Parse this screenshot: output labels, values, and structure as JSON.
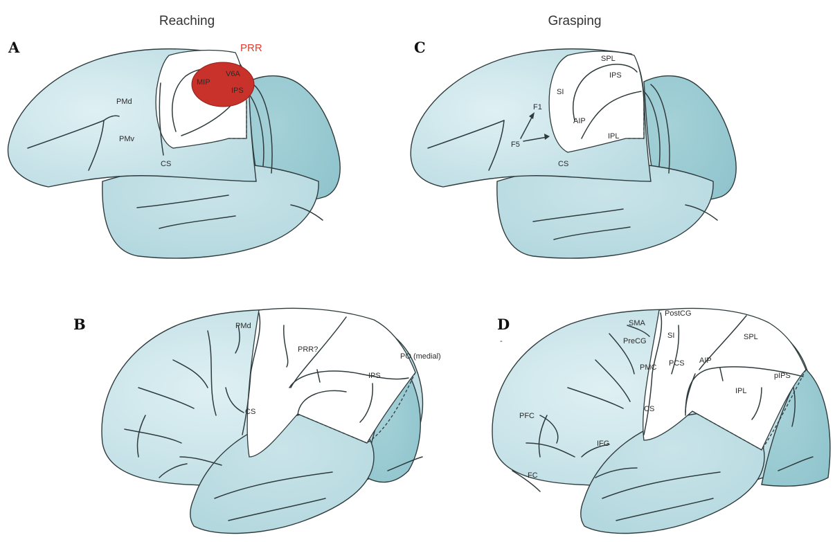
{
  "colors": {
    "brain_fill": "#b9dbe2",
    "brain_highlight": "#dff0f3",
    "occipital_fill": "#93c6cf",
    "prr_oval": "#c9322a",
    "prr_label": "#e8392b"
  },
  "columns": {
    "left": "Reaching",
    "right": "Grasping"
  },
  "panels": {
    "A": {
      "letter": "A",
      "labels": {
        "prr": "PRR",
        "v6a": "V6A",
        "mip": "MIP",
        "ips": "IPS",
        "pmd": "PMd",
        "pmv": "PMv",
        "cs": "CS"
      }
    },
    "B": {
      "letter": "B",
      "labels": {
        "pmd": "PMd",
        "prr": "PRR?",
        "po": "PO (medial)",
        "ips": "IPS",
        "cs": "CS"
      }
    },
    "C": {
      "letter": "C",
      "labels": {
        "spl": "SPL",
        "ips": "IPS",
        "si": "SI",
        "f1": "F1",
        "aip": "AIP",
        "f5": "F5",
        "ipl": "IPL",
        "cs": "CS"
      }
    },
    "D": {
      "letter": "D",
      "mark": "-",
      "labels": {
        "postcg": "PostCG",
        "sma": "SMA",
        "precg": "PreCG",
        "si": "SI",
        "spl": "SPL",
        "pmc": "PMC",
        "pcs": "PCS",
        "aip": "AIP",
        "pips": "pIPS",
        "ipl": "IPL",
        "pfc": "PFC",
        "cs": "CS",
        "ifg": "IFG",
        "fc": "FC"
      }
    }
  }
}
